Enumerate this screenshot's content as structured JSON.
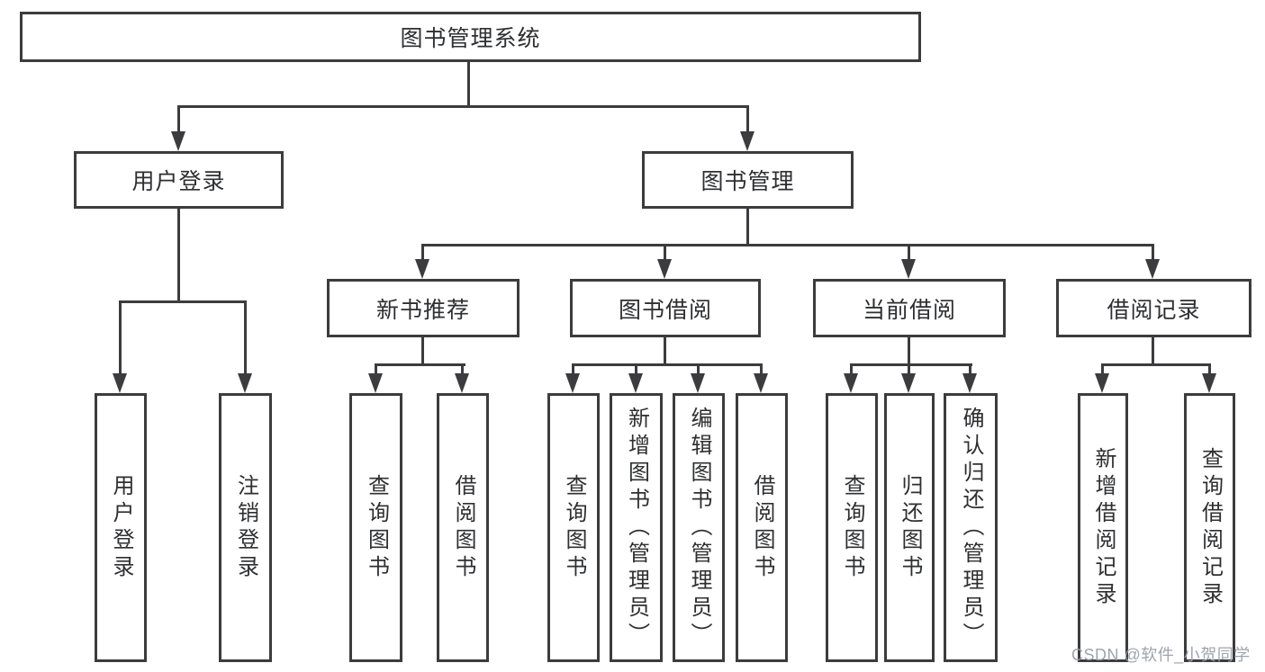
{
  "diagram": {
    "root_label": "图书管理系统",
    "user_login": {
      "label": "用户登录",
      "children": [
        "用户登录",
        "注销登录"
      ]
    },
    "book_mgmt": {
      "label": "图书管理"
    },
    "sections": [
      {
        "label": "新书推荐",
        "children": [
          "查询图书",
          "借阅图书"
        ]
      },
      {
        "label": "图书借阅",
        "children": [
          "查询图书",
          "新增图书（管理员）",
          "编辑图书（管理员）",
          "借阅图书"
        ]
      },
      {
        "label": "当前借阅",
        "children": [
          "查询图书",
          "归还图书",
          "确认归还（管理员）"
        ]
      },
      {
        "label": "借阅记录",
        "children": [
          "新增借阅记录",
          "查询借阅记录"
        ]
      }
    ]
  },
  "watermark": {
    "text": "CSDN @软件_小贺同学"
  },
  "colors": {
    "line": "#3c3c3f",
    "text": "#2e2f31",
    "background": "#ffffff",
    "watermark": "#9aa0a7"
  }
}
